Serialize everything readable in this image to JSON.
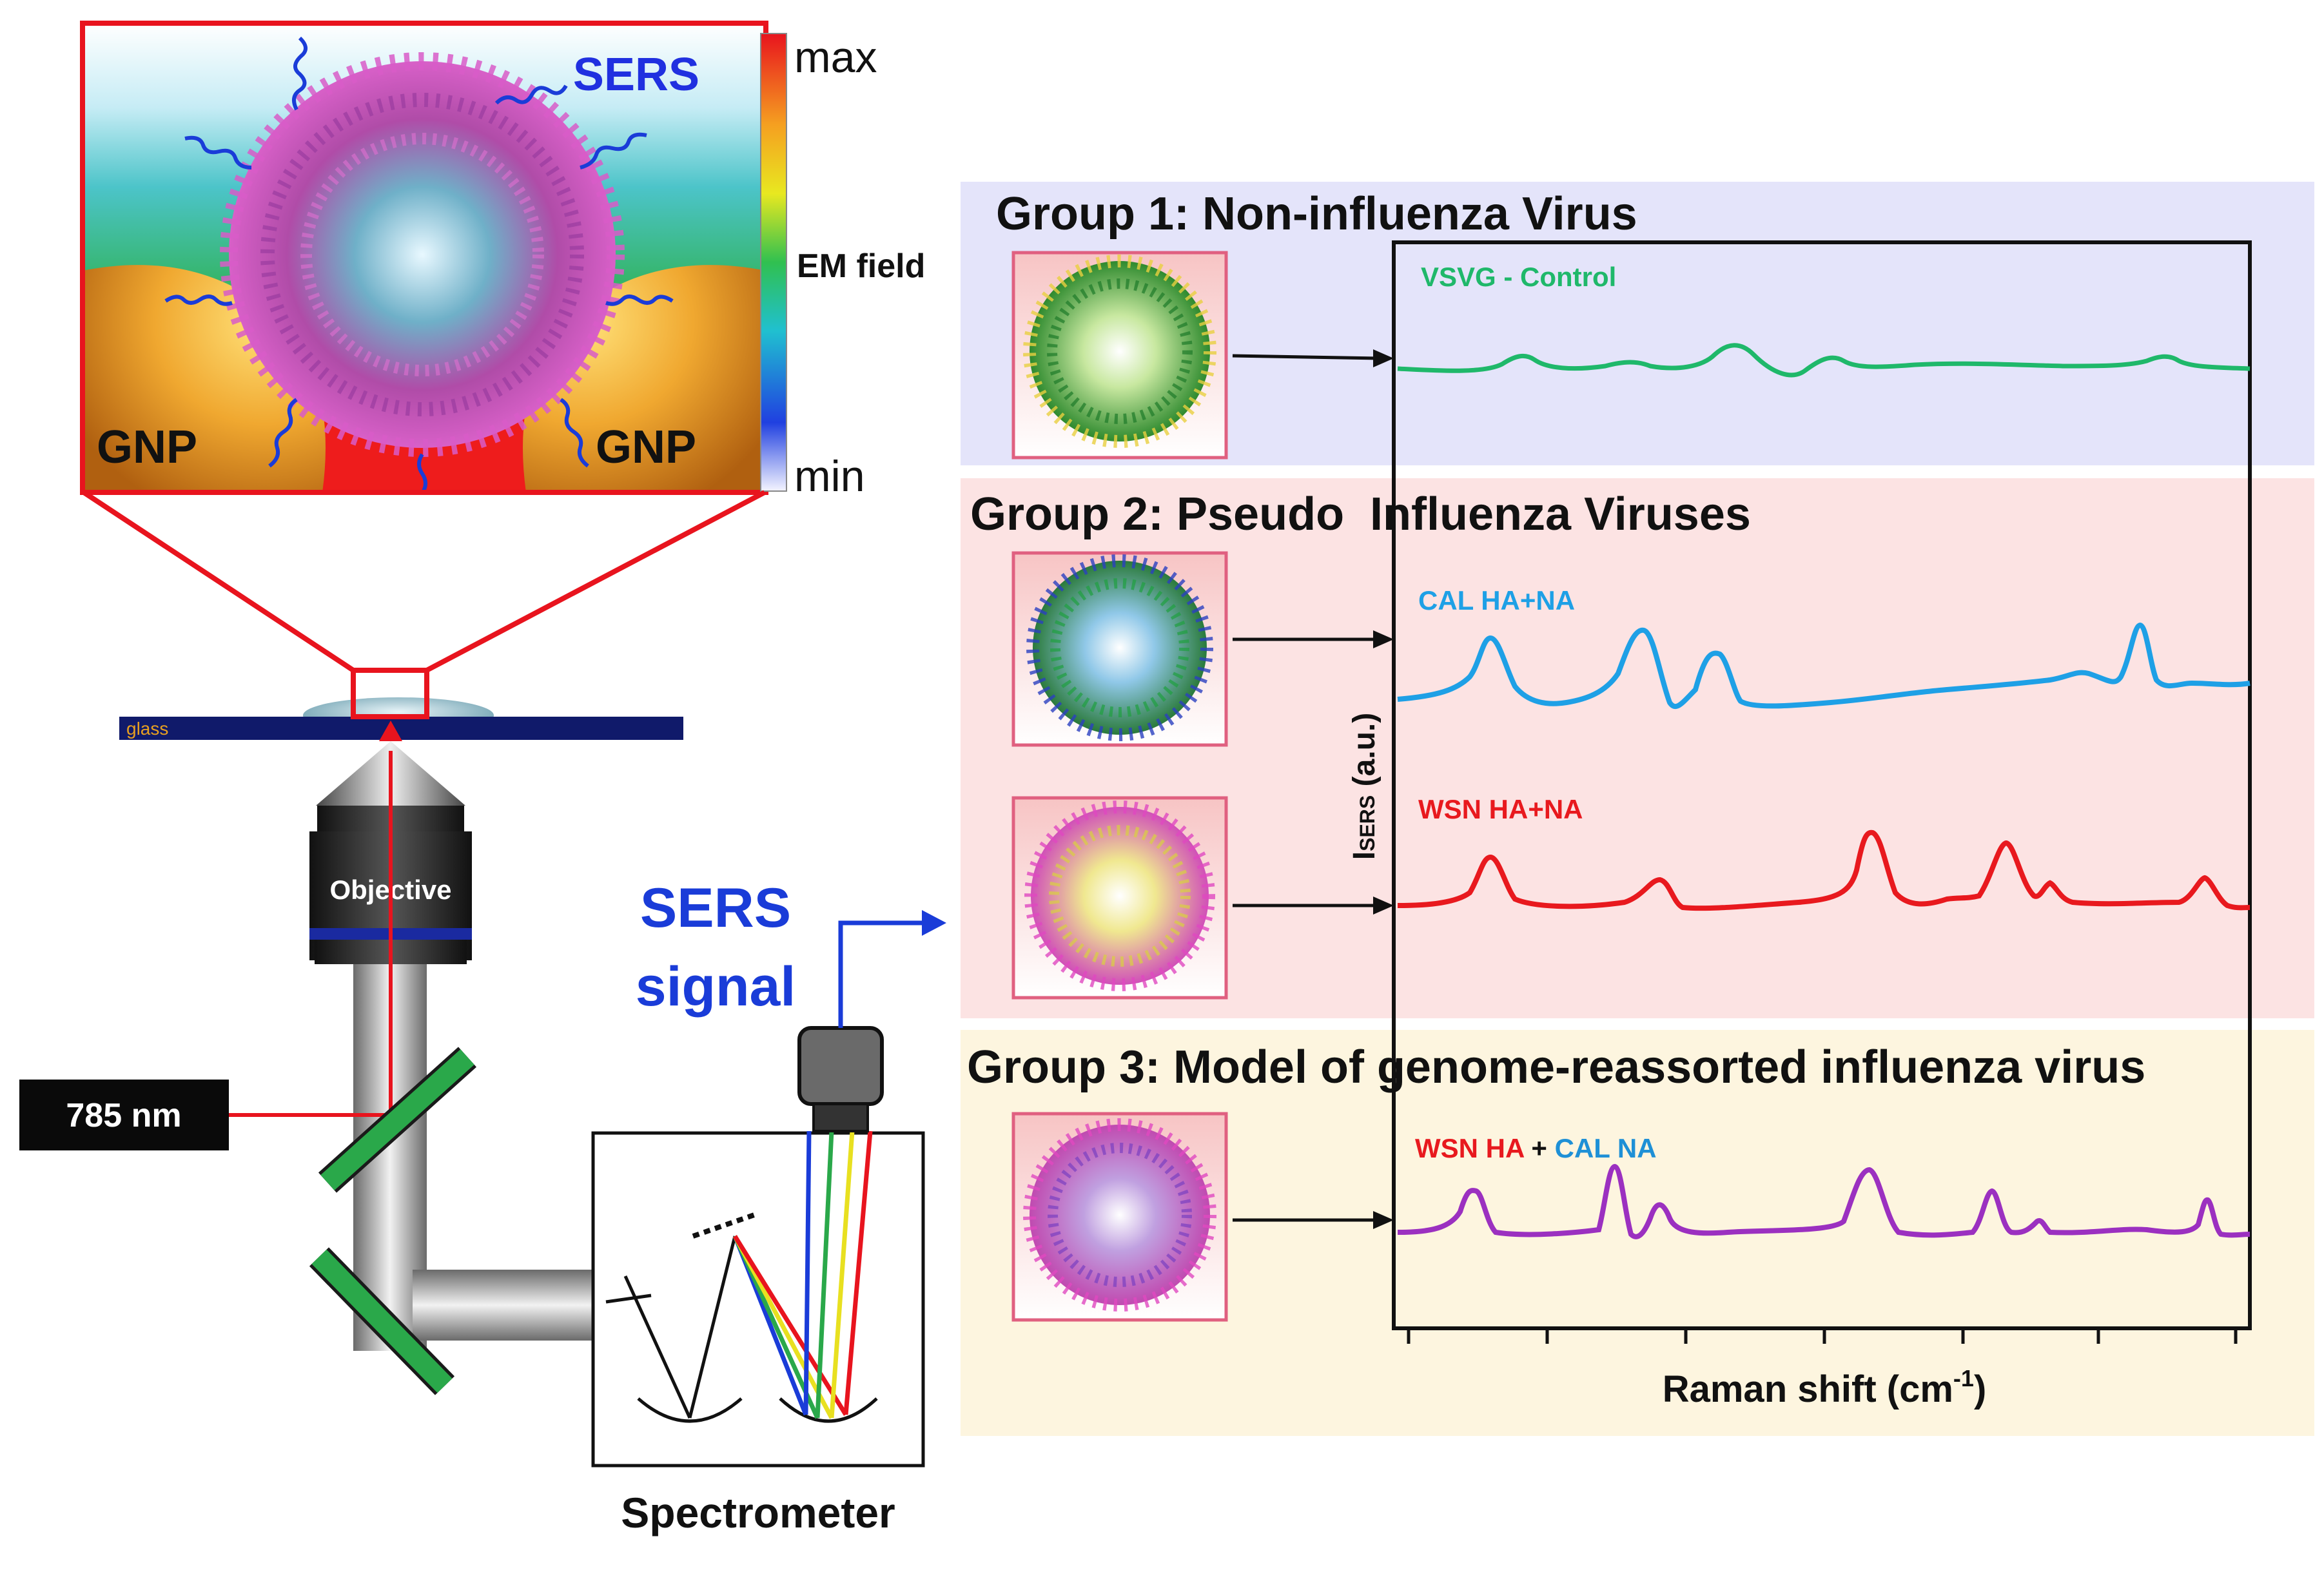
{
  "sers_inset": {
    "sers_label": "SERS",
    "gnp_left": "GNP",
    "gnp_right": "GNP"
  },
  "colorbar": {
    "max_label": "max",
    "mid_label": "EM field",
    "min_label": "min"
  },
  "setup": {
    "glass_label": "glass",
    "objective_label": "Objective",
    "laser_label": "785 nm",
    "sers_signal_line1": "SERS",
    "sers_signal_line2": "signal",
    "spectrometer_label": "Spectrometer"
  },
  "groups": [
    {
      "title": "Group 1: Non-influenza Virus",
      "color": "#e6e6fa"
    },
    {
      "title": "Group 2: Pseudo  Influenza Viruses",
      "color": "#fce4e4"
    },
    {
      "title": "Group 3: Model of genome-reassorted influenza virus",
      "color": "#fdf6e3"
    }
  ],
  "spectra_panel": {
    "ylabel_main": "I",
    "ylabel_sub": "SERS",
    "ylabel_unit": " (a.u.)",
    "xlabel_main": "Raman shift (cm",
    "xlabel_sup": "-1",
    "xlabel_end": ")"
  },
  "spectra": [
    {
      "label": "VSVG - Control",
      "color": "#1fb86a"
    },
    {
      "label": "CAL HA+NA",
      "color": "#1ea0e6"
    },
    {
      "label": "WSN HA+NA",
      "color": "#e8191e"
    },
    {
      "label_part1": "WSN HA",
      "label_plus": " + ",
      "label_part2": "CAL NA",
      "color": "#9b30c0",
      "part1_color": "#e8191e",
      "part2_color": "#1e90d6"
    }
  ]
}
